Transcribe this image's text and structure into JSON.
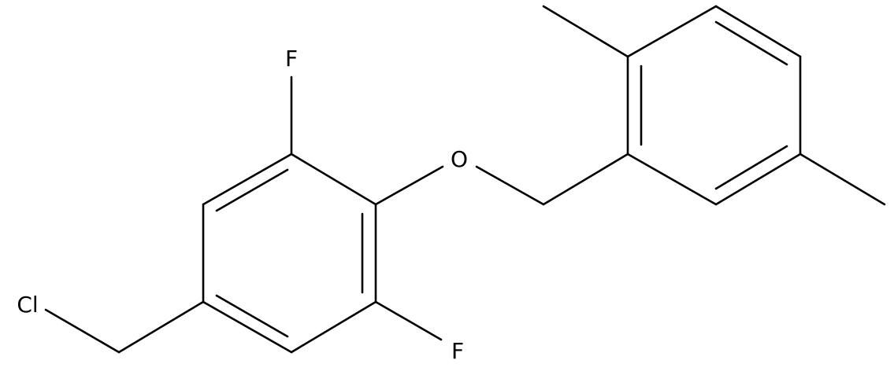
{
  "molecule": {
    "atom_labels": {
      "fluorine_top": "F",
      "fluorine_bottom": "F",
      "oxygen": "O",
      "chlorine": "Cl"
    },
    "colors": {
      "bonds": "#000000",
      "background": "#ffffff"
    }
  }
}
